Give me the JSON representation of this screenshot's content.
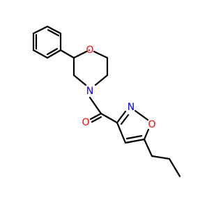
{
  "molecule": {
    "atoms": {
      "morpholine_oxygen": "O",
      "morpholine_nitrogen": "N",
      "carbonyl_oxygen": "O",
      "isoxazole_nitrogen": "N",
      "isoxazole_oxygen": "O"
    },
    "colors": {
      "bond": "#000000",
      "oxygen": "#ff0000",
      "nitrogen": "#0000ff",
      "background": "#ffffff"
    }
  }
}
